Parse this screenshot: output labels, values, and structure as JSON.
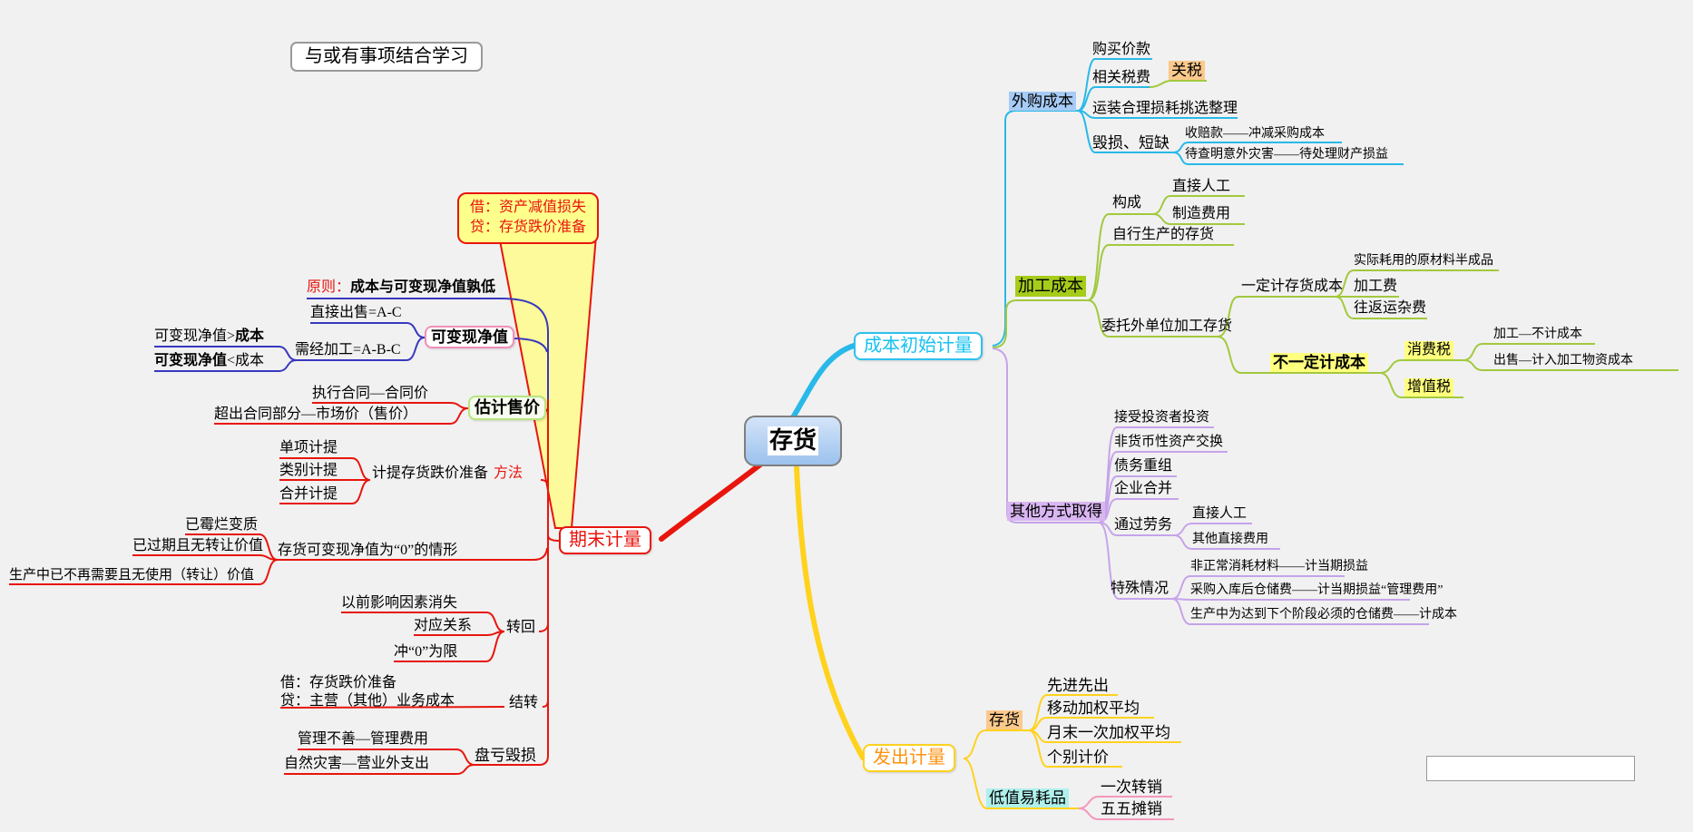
{
  "floating_note": "与或有事项结合学习",
  "callout": {
    "debit": "借：资产减值损失",
    "credit": "贷：存货跌价准备"
  },
  "root": "存货",
  "colors": {
    "branch_initial": "#29b9e8",
    "branch_processing": "#a2c93d",
    "branch_other": "#c5a4ea",
    "branch_period_end": "#e8150d",
    "branch_issue": "#ffd21e",
    "nrv_blue": "#3838c0",
    "pink_line": "#f598bc",
    "highlight_yellow": "#ffff7e",
    "highlight_blue": "#a6cbf5",
    "highlight_green": "#a6cc1a",
    "highlight_purple": "#d9b6f2",
    "highlight_orange": "#fac98c",
    "highlight_cyan": "#aff0ec"
  },
  "initial": {
    "label": "成本初始计量",
    "purchase": {
      "label": "外购成本",
      "price": "购买价款",
      "tax": "相关税费",
      "tariff": "关税",
      "freight": "运装合理损耗挑选整理",
      "damage": "毁损、短缺",
      "damage_claim": "收赔款——冲减采购成本",
      "damage_pending": "待查明意外灾害——待处理财产损益"
    },
    "processing": {
      "label": "加工成本",
      "composition": "构成",
      "direct_labor": "直接人工",
      "overhead": "制造费用",
      "self_produced": "自行生产的存货",
      "outsourced": "委托外单位加工存货",
      "always_cost": "一定计存货成本",
      "materials": "实际耗用的原材料半成品",
      "processing_fee": "加工费",
      "transport_fee": "往返运杂费",
      "not_always": "不一定计成本",
      "consumption_tax": "消费税",
      "ct_processing": "加工—不计成本",
      "ct_sale": "出售—计入加工物资成本",
      "vat": "增值税"
    },
    "other": {
      "label": "其他方式取得",
      "investment": "接受投资者投资",
      "nonmonetary": "非货币性资产交换",
      "debt": "债务重组",
      "merger": "企业合并",
      "services": "通过劳务",
      "svc_labor": "直接人工",
      "svc_other": "其他直接费用",
      "special": "特殊情况",
      "sp1": "非正常消耗材料——计当期损益",
      "sp2": "采购入库后仓储费——计当期损益“管理费用”",
      "sp3": "生产中为达到下个阶段必须的仓储费——计成本"
    }
  },
  "period_end": {
    "label": "期末计量",
    "principle_prefix": "原则：",
    "principle": "成本与可变现净值孰低",
    "nrv": "可变现净值",
    "direct_sale": "直接出售=A-C",
    "need_process": "需经加工=A-B-C",
    "nrv_gt_pre": "可变现净值>",
    "nrv_gt_bold": "成本",
    "nrv_lt_bold": "可变现净值",
    "nrv_lt_post": "<成本",
    "est_price": "估计售价",
    "contract": "执行合同—合同价",
    "over_contract": "超出合同部分—市场价（售价）",
    "provision": "计提存货跌价准备",
    "method": "方法",
    "single": "单项计提",
    "category": "类别计提",
    "combined": "合并计提",
    "zero_label": "存货可变现净值为“0”的情形",
    "zero1": "已霉烂变质",
    "zero2": "已过期且无转让价值",
    "zero3": "生产中已不再需要且无使用（转让）价值",
    "reversal": "转回",
    "rev1": "以前影响因素消失",
    "rev2": "对应关系",
    "rev3": "冲“0”为限",
    "carryover": "结转",
    "co_debit": "借：存货跌价准备",
    "co_credit": "贷：主营（其他）业务成本",
    "loss": "盘亏毁损",
    "loss1": "管理不善—管理费用",
    "loss2": "自然灾害—营业外支出"
  },
  "issue": {
    "label": "发出计量",
    "inventory": "存货",
    "fifo": "先进先出",
    "moving_avg": "移动加权平均",
    "month_end_avg": "月末一次加权平均",
    "specific": "个别计价",
    "low_value": "低值易耗品",
    "one_time": "一次转销",
    "five_five": "五五摊销"
  }
}
